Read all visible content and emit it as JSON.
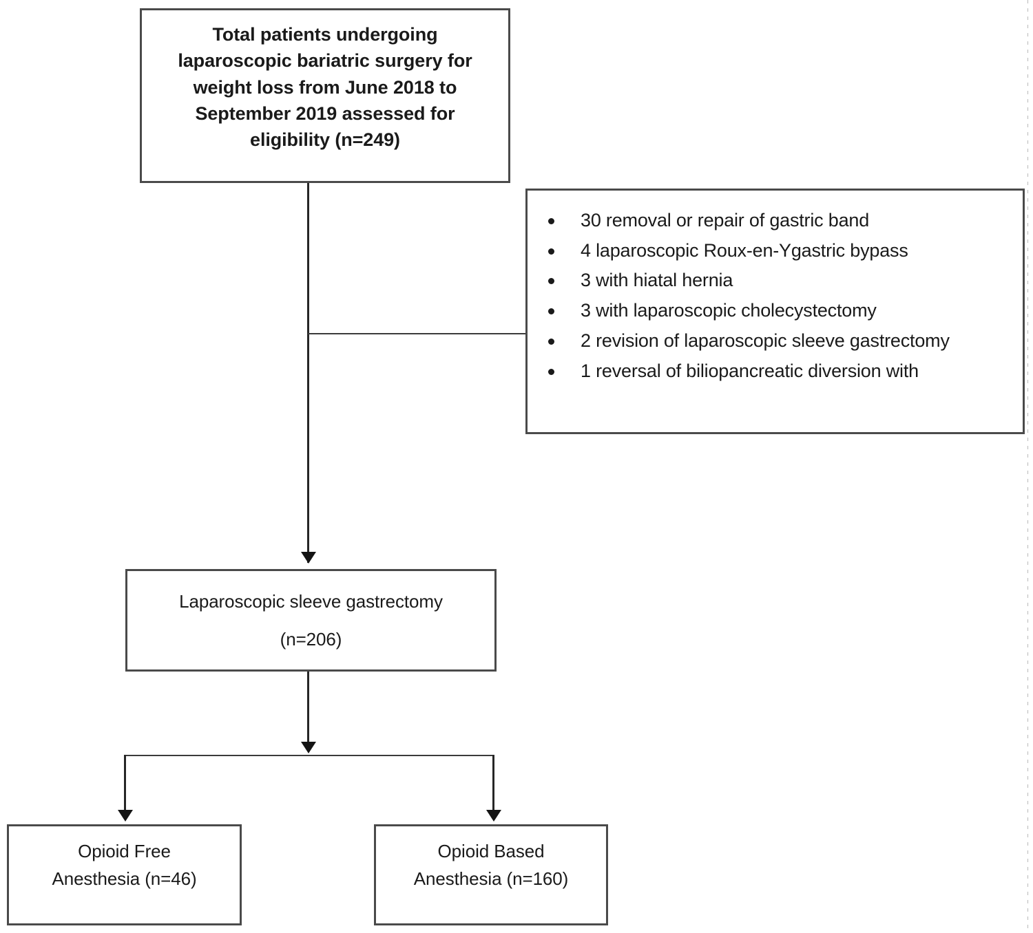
{
  "figure": {
    "type": "flowchart",
    "title": "Patient enrollment flow diagram",
    "orientation": "top-to-bottom"
  },
  "nodes": {
    "eligibility": {
      "label": "Total patients undergoing laparoscopic bariatric surgery for weight loss from June 2018 to September 2019 assessed for eligibility (n=249)",
      "count": 249
    },
    "sleeve": {
      "line1": "Laparoscopic sleeve gastrectomy",
      "line2": "(n=206)",
      "count": 206
    },
    "opioid_free": {
      "line1": "Opioid Free",
      "line2": "Anesthesia (n=46)",
      "count": 46
    },
    "opioid_based": {
      "line1": "Opioid Based",
      "line2": "Anesthesia (n=160)",
      "count": 160
    }
  },
  "exclusions": {
    "items": [
      "30 removal or repair of gastric band",
      "4 laparoscopic Roux-en-Ygastric bypass",
      "3 with hiatal hernia",
      "3 with laparoscopic cholecystectomy",
      "2 revision of laparoscopic sleeve gastrectomy",
      "1 reversal of biliopancreatic diversion with"
    ],
    "counts": [
      30,
      4,
      3,
      3,
      2,
      1
    ]
  },
  "colors": {
    "box_border": "#4a4a4a",
    "connector": "#262626",
    "text": "#1a1a1a",
    "background": "#ffffff"
  }
}
